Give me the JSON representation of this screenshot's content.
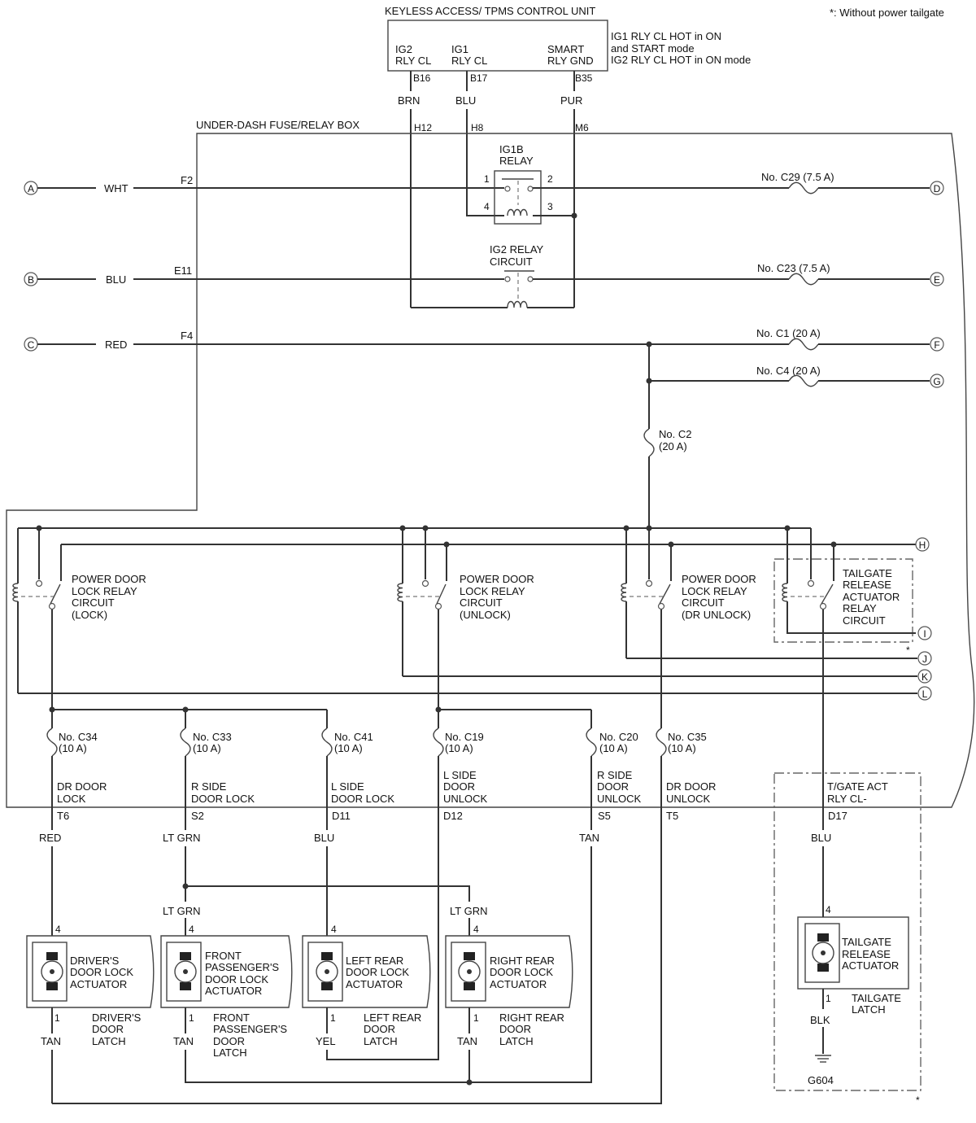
{
  "note": "*: Without power tailgate",
  "control_unit": {
    "title": "KEYLESS ACCESS/ TPMS CONTROL UNIT",
    "terminals": [
      {
        "name_line1": "IG2",
        "name_line2": "RLY CL",
        "pin": "B16",
        "wire": "BRN",
        "box_pin": "H12"
      },
      {
        "name_line1": "IG1",
        "name_line2": "RLY CL",
        "pin": "B17",
        "wire": "BLU",
        "box_pin": "H8"
      },
      {
        "name_line1": "SMART",
        "name_line2": "RLY GND",
        "pin": "B35",
        "wire": "PUR",
        "box_pin": "M6"
      }
    ],
    "notes": [
      "IG1 RLY CL HOT in ON",
      "and START mode",
      "IG2 RLY CL HOT in ON mode"
    ]
  },
  "fuse_box": {
    "title": "UNDER-DASH FUSE/RELAY BOX"
  },
  "inputs": [
    {
      "id": "A",
      "wire": "WHT",
      "pin": "F2"
    },
    {
      "id": "B",
      "wire": "BLU",
      "pin": "E11"
    },
    {
      "id": "C",
      "wire": "RED",
      "pin": "F4"
    }
  ],
  "relays": {
    "ig1b": {
      "line1": "IG1B",
      "line2": "RELAY",
      "pins": [
        "1",
        "2",
        "4",
        "3"
      ]
    },
    "ig2": {
      "line1": "IG2 RELAY",
      "line2": "CIRCUIT"
    }
  },
  "fuses_right": [
    {
      "label": "No. C29 (7.5 A)",
      "out": "D"
    },
    {
      "label": "No. C23 (7.5 A)",
      "out": "E"
    },
    {
      "label": "No. C1 (20 A)",
      "out": "F"
    },
    {
      "label": "No. C4 (20 A)",
      "out": "G"
    }
  ],
  "fuse_c2": {
    "line1": "No. C2",
    "line2": "(20 A)"
  },
  "lock_relays": [
    {
      "lines": [
        "POWER DOOR",
        "LOCK RELAY",
        "CIRCUIT",
        "(LOCK)"
      ]
    },
    {
      "lines": [
        "POWER DOOR",
        "LOCK RELAY",
        "CIRCUIT",
        "(UNLOCK)"
      ]
    },
    {
      "lines": [
        "POWER DOOR",
        "LOCK RELAY",
        "CIRCUIT",
        "(DR UNLOCK)"
      ]
    },
    {
      "lines": [
        "TAILGATE",
        "RELEASE",
        "ACTUATOR",
        "RELAY",
        "CIRCUIT"
      ]
    }
  ],
  "outputs": [
    "H",
    "I",
    "J",
    "K",
    "L"
  ],
  "asterisk": "*",
  "branch_fuses": [
    {
      "line1": "No. C34",
      "line2": "(10 A)",
      "func1": "DR DOOR",
      "func2": "LOCK",
      "pin": "T6"
    },
    {
      "line1": "No. C33",
      "line2": "(10 A)",
      "func1": "R SIDE",
      "func2": "DOOR LOCK",
      "pin": "S2"
    },
    {
      "line1": "No. C41",
      "line2": "(10 A)",
      "func1": "L SIDE",
      "func2": "DOOR LOCK",
      "pin": "D11"
    },
    {
      "line1": "No. C19",
      "line2": "(10 A)",
      "func1": "L SIDE",
      "func2": "DOOR",
      "func3": "UNLOCK",
      "pin": "D12"
    },
    {
      "line1": "No. C20",
      "line2": "(10 A)",
      "func1": "R SIDE",
      "func2": "DOOR",
      "func3": "UNLOCK",
      "pin": "S5"
    },
    {
      "line1": "No. C35",
      "line2": "(10 A)",
      "func1": "DR DOOR",
      "func2": "UNLOCK",
      "pin": "T5"
    }
  ],
  "tailgate_out": {
    "func1": "T/GATE ACT",
    "func2": "RLY CL-",
    "pin": "D17",
    "wire": "BLU"
  },
  "wire_colors_out": {
    "red": "RED",
    "ltgrn": "LT GRN",
    "blu": "BLU",
    "tan": "TAN"
  },
  "actuators": [
    {
      "lines": [
        "DRIVER'S",
        "DOOR LOCK",
        "ACTUATOR"
      ],
      "latch": [
        "DRIVER'S",
        "DOOR",
        "LATCH"
      ],
      "top_pin": "4",
      "bottom_pin": "1",
      "top_wire": "",
      "bottom_wire": "TAN"
    },
    {
      "lines": [
        "FRONT",
        "PASSENGER'S",
        "DOOR LOCK",
        "ACTUATOR"
      ],
      "latch": [
        "FRONT",
        "PASSENGER'S",
        "DOOR",
        "LATCH"
      ],
      "top_pin": "4",
      "bottom_pin": "1",
      "top_wire": "LT GRN",
      "bottom_wire": "TAN"
    },
    {
      "lines": [
        "LEFT REAR",
        "DOOR LOCK",
        "ACTUATOR"
      ],
      "latch": [
        "LEFT REAR",
        "DOOR",
        "LATCH"
      ],
      "top_pin": "4",
      "bottom_pin": "1",
      "top_wire": "",
      "bottom_wire": "YEL"
    },
    {
      "lines": [
        "RIGHT REAR",
        "DOOR LOCK",
        "ACTUATOR"
      ],
      "latch": [
        "RIGHT REAR",
        "DOOR",
        "LATCH"
      ],
      "top_pin": "4",
      "bottom_pin": "1",
      "top_wire": "LT GRN",
      "bottom_wire": "TAN"
    }
  ],
  "tailgate_actuator": {
    "lines": [
      "TAILGATE",
      "RELEASE",
      "ACTUATOR"
    ],
    "latch": [
      "TAILGATE",
      "LATCH"
    ],
    "top_pin": "4",
    "bottom_pin": "1",
    "bottom_wire": "BLK",
    "ground": "G604"
  }
}
